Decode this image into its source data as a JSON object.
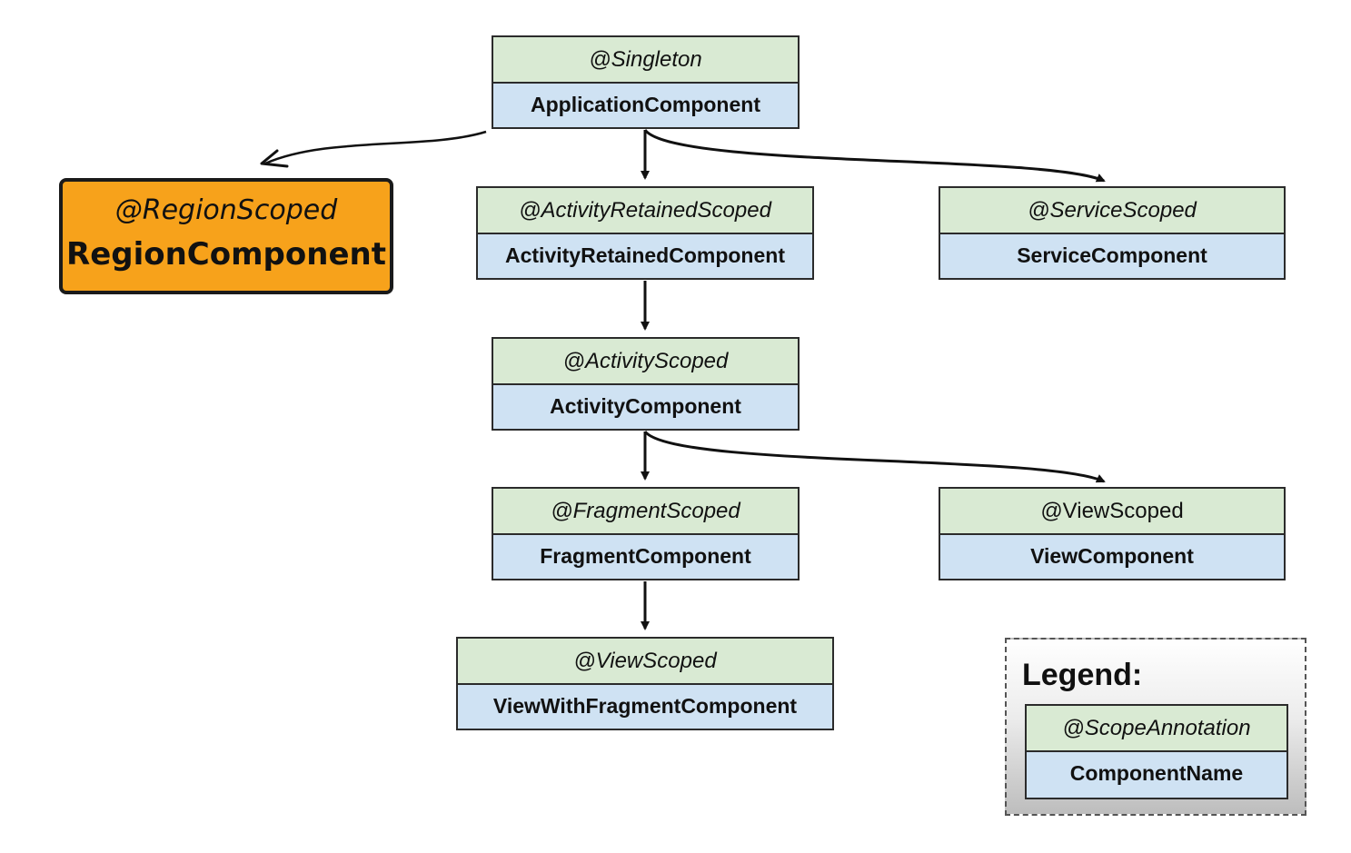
{
  "region": {
    "scope": "@RegionScoped",
    "name": "RegionComponent"
  },
  "nodes": {
    "application": {
      "scope": "@Singleton",
      "name": "ApplicationComponent"
    },
    "activity_retained": {
      "scope": "@ActivityRetainedScoped",
      "name": "ActivityRetainedComponent"
    },
    "service": {
      "scope": "@ServiceScoped",
      "name": "ServiceComponent"
    },
    "activity": {
      "scope": "@ActivityScoped",
      "name": "ActivityComponent"
    },
    "fragment": {
      "scope": "@FragmentScoped",
      "name": "FragmentComponent"
    },
    "view": {
      "scope": "@ViewScoped",
      "name": "ViewComponent"
    },
    "view_with_fragment": {
      "scope": "@ViewScoped",
      "name": "ViewWithFragmentComponent"
    }
  },
  "edges": [
    {
      "from": "application",
      "to": "region"
    },
    {
      "from": "application",
      "to": "activity_retained"
    },
    {
      "from": "application",
      "to": "service"
    },
    {
      "from": "activity_retained",
      "to": "activity"
    },
    {
      "from": "activity",
      "to": "fragment"
    },
    {
      "from": "activity",
      "to": "view"
    },
    {
      "from": "fragment",
      "to": "view_with_fragment"
    }
  ],
  "legend": {
    "title": "Legend:",
    "scope": "@ScopeAnnotation",
    "name": "ComponentName"
  },
  "colors": {
    "scope_fill": "#d9ead3",
    "name_fill": "#cfe2f3",
    "region_fill": "#f7a21b",
    "border": "#2b2b2b"
  }
}
